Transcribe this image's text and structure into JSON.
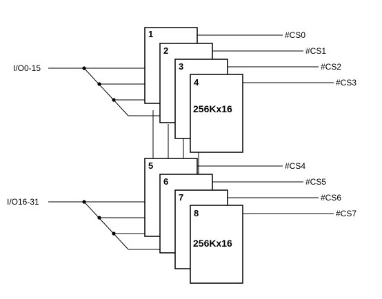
{
  "bus_labels": {
    "upper": "I/O0-15",
    "lower": "I/O16-31"
  },
  "chips": [
    {
      "number": "1"
    },
    {
      "number": "2"
    },
    {
      "number": "3"
    },
    {
      "number": "4",
      "capacity": "256Kx16"
    },
    {
      "number": "5"
    },
    {
      "number": "6"
    },
    {
      "number": "7"
    },
    {
      "number": "8",
      "capacity": "256Kx16"
    }
  ],
  "chip_selects": [
    "#CS0",
    "#CS1",
    "#CS2",
    "#CS3",
    "#CS4",
    "#CS5",
    "#CS6",
    "#CS7"
  ]
}
